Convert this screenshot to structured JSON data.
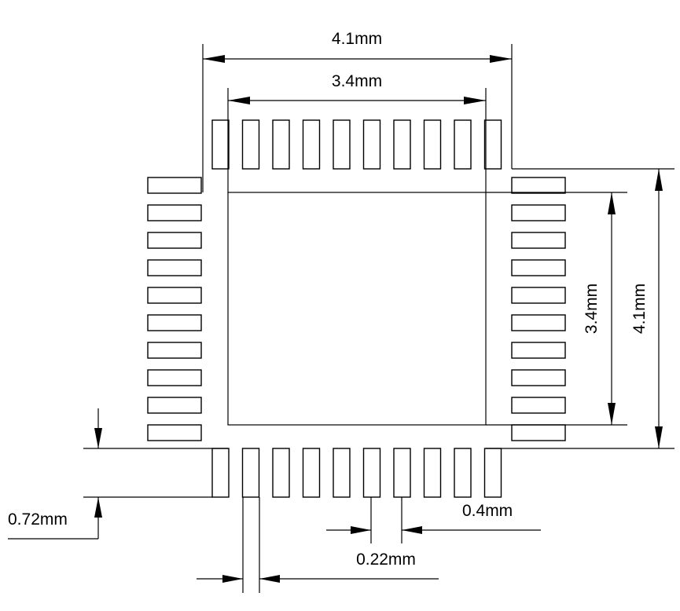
{
  "labels": {
    "top_outer": "4.1mm",
    "top_inner": "3.4mm",
    "right_inner": "3.4mm",
    "right_outer": "4.1mm",
    "pad_length": "0.72mm",
    "pitch": "0.4mm",
    "pad_width": "0.22mm",
    "pad_width_bottom": ""
  },
  "pads": {
    "per_side": 10
  },
  "colors": {
    "line": "#000000",
    "background": "#ffffff"
  }
}
